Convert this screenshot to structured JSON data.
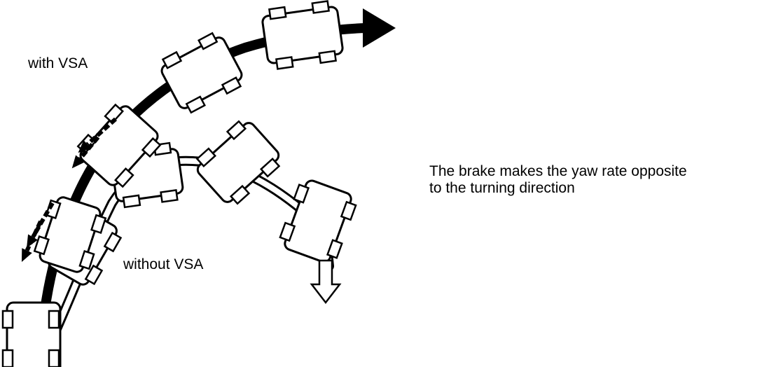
{
  "labels": {
    "with_vsa": "with VSA",
    "without_vsa": "without VSA"
  },
  "caption": {
    "line1": "The brake makes the yaw rate opposite",
    "line2": "to the turning direction"
  },
  "colors": {
    "ink": "#000000",
    "background": "#ffffff"
  }
}
